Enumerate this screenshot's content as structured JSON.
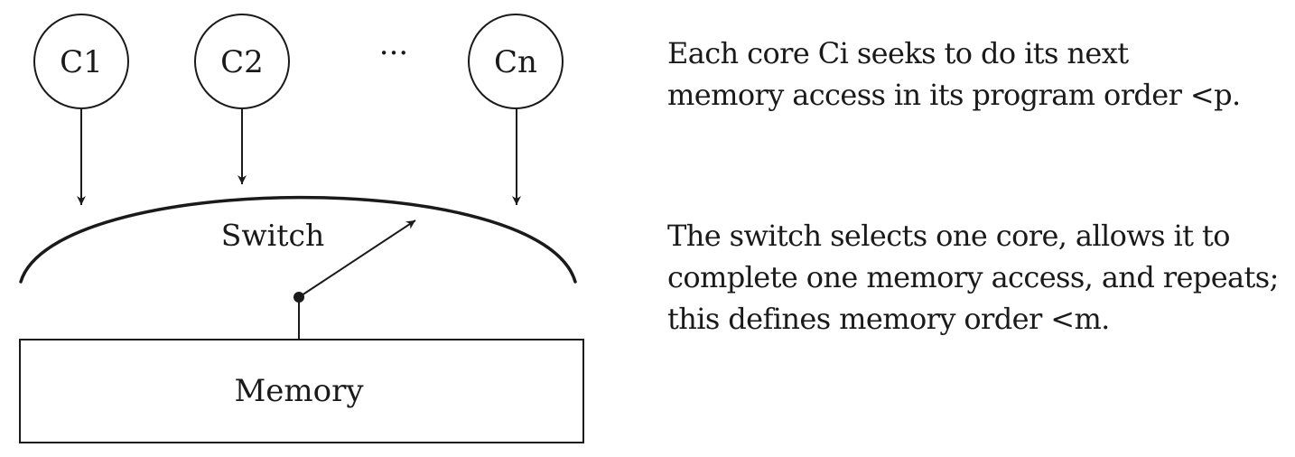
{
  "diagram": {
    "cores": [
      {
        "label": "C1"
      },
      {
        "label": "C2"
      },
      {
        "label": "Cn"
      }
    ],
    "ellipsis": "···",
    "switch_label": "Switch",
    "memory_label": "Memory"
  },
  "captions": {
    "core_caption": {
      "line1": "Each core Ci seeks to do its next",
      "line2": "memory access in its program order <p."
    },
    "switch_caption": {
      "line1": "The switch selects one core, allows it to",
      "line2": "complete one memory access, and repeats;",
      "line3": "this defines memory order <m."
    }
  }
}
